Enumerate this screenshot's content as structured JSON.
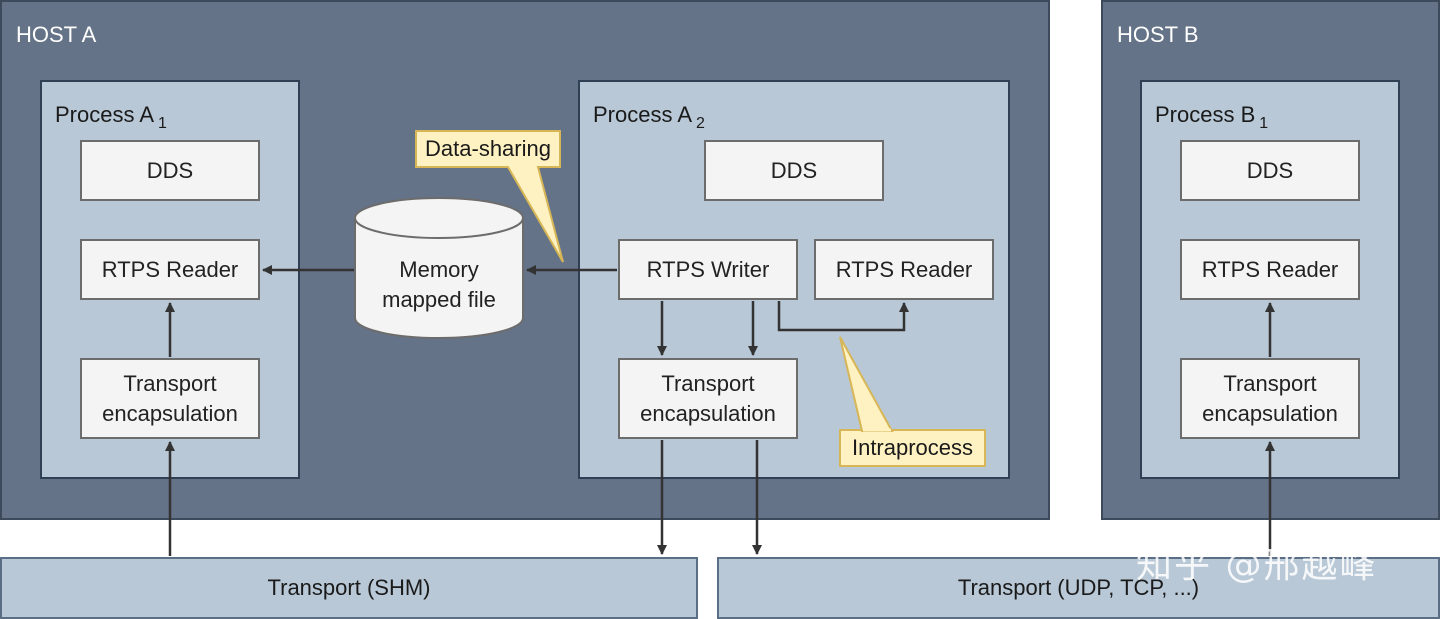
{
  "hosts": {
    "a": {
      "label": "HOST A"
    },
    "b": {
      "label": "HOST B"
    }
  },
  "processes": {
    "a1": {
      "label": "Process A",
      "sub": "1",
      "dds": "DDS",
      "reader": "RTPS Reader",
      "transport": "Transport encapsulation"
    },
    "a2": {
      "label": "Process A",
      "sub": "2",
      "dds": "DDS",
      "writer": "RTPS Writer",
      "reader": "RTPS Reader",
      "transport": "Transport encapsulation"
    },
    "b1": {
      "label": "Process B",
      "sub": "1",
      "dds": "DDS",
      "reader": "RTPS Reader",
      "transport": "Transport encapsulation"
    }
  },
  "memory_file": {
    "label": "Memory mapped file"
  },
  "callouts": {
    "data_sharing": "Data-sharing",
    "intraprocess": "Intraprocess"
  },
  "transports": {
    "shm": "Transport (SHM)",
    "udp": "Transport (UDP, TCP, ...)"
  },
  "watermark": "知乎 @邢越峰",
  "colors": {
    "host_fill": "#647387",
    "process_fill": "#b8c8d6",
    "box_fill": "#f4f4f4",
    "callout_fill": "#fff2c2",
    "arrow": "#333333"
  }
}
